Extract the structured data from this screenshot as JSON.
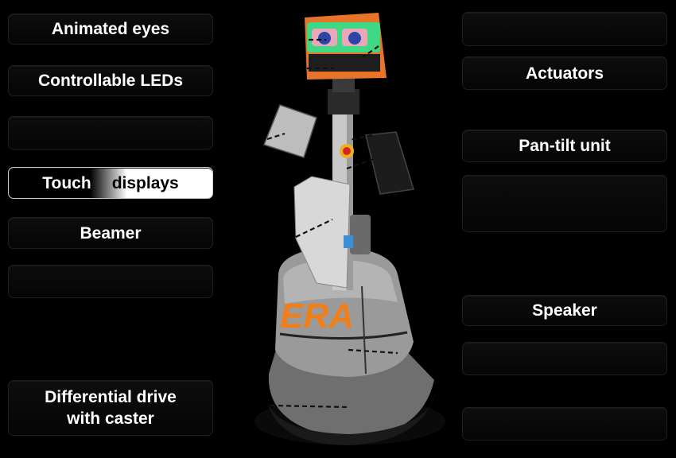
{
  "labels": {
    "animated_eyes": "Animated eyes",
    "controllable_leds": "Controllable LEDs",
    "touch_word": "Touch",
    "displays_word": "displays",
    "beamer": "Beamer",
    "differential_drive_line1": "Differential drive",
    "differential_drive_line2": "with caster",
    "actuators": "Actuators",
    "pan_tilt_unit": "Pan-tilt unit",
    "speaker": "Speaker"
  },
  "robot_logo_text": "ERA",
  "colors": {
    "background": "#000000",
    "label_text": "#ffffff",
    "head_frame": "#e8742c",
    "face_screen": "#3fd884",
    "body_grey": "#9a9a9a",
    "logo_orange": "#f07f1a"
  }
}
